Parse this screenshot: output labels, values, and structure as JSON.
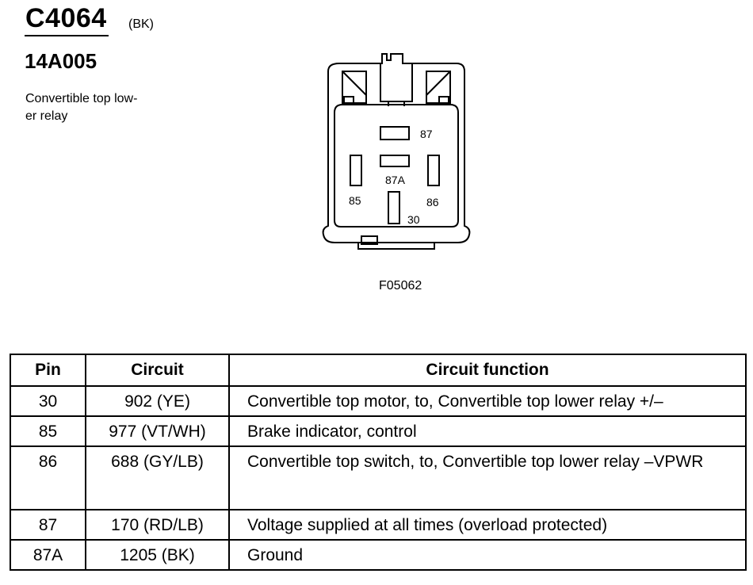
{
  "header": {
    "connector_id": "C4064",
    "color_code": "(BK)",
    "part_number": "14A005",
    "description": "Convertible top low-\ner relay"
  },
  "figure": {
    "id": "F05062",
    "pin_labels": [
      "87",
      "87A",
      "85",
      "86",
      "30"
    ]
  },
  "table": {
    "columns": [
      "Pin",
      "Circuit",
      "Circuit function"
    ],
    "rows": [
      {
        "pin": "30",
        "circuit": "902 (YE)",
        "function": "Convertible top motor, to, Convertible top lower relay +/–"
      },
      {
        "pin": "85",
        "circuit": "977 (VT/WH)",
        "function": "Brake indicator, control"
      },
      {
        "pin": "86",
        "circuit": "688 (GY/LB)",
        "function": "Convertible top switch, to, Convertible top lower relay –VPWR"
      },
      {
        "pin": "87",
        "circuit": "170 (RD/LB)",
        "function": "Voltage supplied at all times (overload protected)"
      },
      {
        "pin": "87A",
        "circuit": "1205 (BK)",
        "function": "Ground"
      }
    ]
  }
}
